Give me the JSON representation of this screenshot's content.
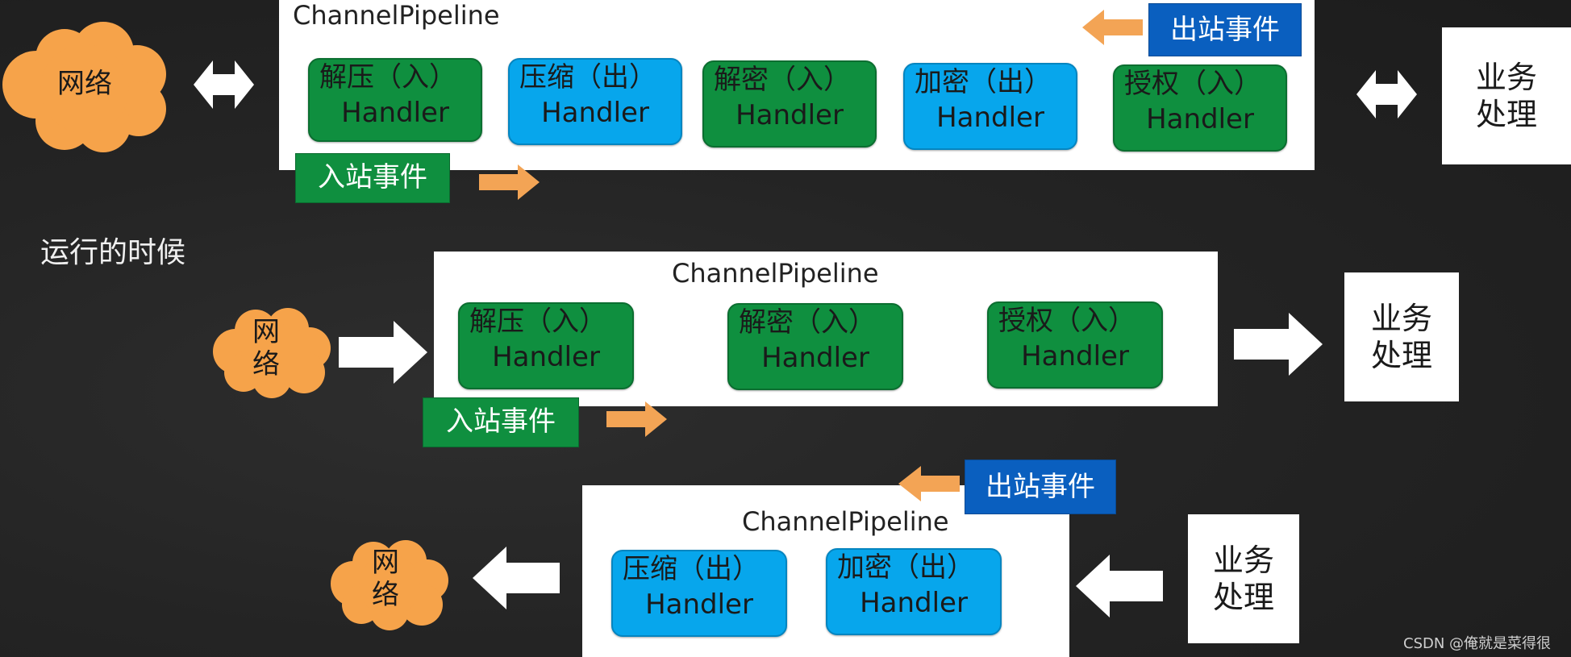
{
  "caption": "运行的时候",
  "watermark": "CSDN @俺就是菜得很",
  "colors": {
    "inbound": "#0f8f3f",
    "outbound": "#07a6ec",
    "event_out": "#0a5fbf",
    "arrow": "#f3a455",
    "cloud": "#f6a34a"
  },
  "diagram1": {
    "network": "网络",
    "pipeline_title": "ChannelPipeline",
    "handlers": [
      {
        "line1": "解压（入）",
        "line2": "Handler"
      },
      {
        "line1": "压缩（出）",
        "line2": "Handler"
      },
      {
        "line1": "解密（入）",
        "line2": "Handler"
      },
      {
        "line1": "加密（出）",
        "line2": "Handler"
      },
      {
        "line1": "授权（入）",
        "line2": "Handler"
      }
    ],
    "inbound_event": "入站事件",
    "outbound_event": "出站事件",
    "business": "业务处理"
  },
  "diagram2": {
    "network": "网络",
    "pipeline_title": "ChannelPipeline",
    "handlers": [
      {
        "line1": "解压（入）",
        "line2": "Handler"
      },
      {
        "line1": "解密（入）",
        "line2": "Handler"
      },
      {
        "line1": "授权（入）",
        "line2": "Handler"
      }
    ],
    "inbound_event": "入站事件",
    "business": "业务处理"
  },
  "diagram3": {
    "network": "网络",
    "pipeline_title": "ChannelPipeline",
    "handlers": [
      {
        "line1": "压缩（出）",
        "line2": "Handler"
      },
      {
        "line1": "加密（出）",
        "line2": "Handler"
      }
    ],
    "outbound_event": "出站事件",
    "business": "业务处理"
  }
}
